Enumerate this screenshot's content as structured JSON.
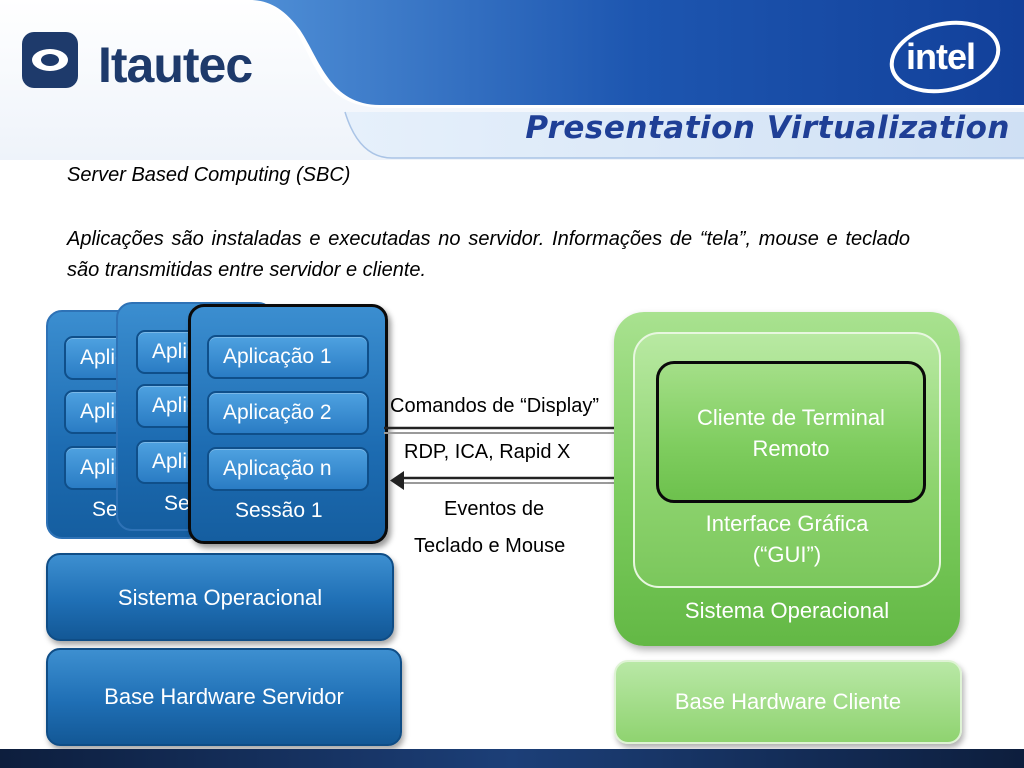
{
  "header": {
    "logo_text": "Itautec",
    "partner_logo_text": "intel",
    "slide_title": "Presentation Virtualization",
    "colors": {
      "title": "#1f3f96",
      "logo": "#1e3a6b",
      "header_band": "#1d4fa0"
    }
  },
  "content": {
    "subtitle": "Server Based Computing (SBC)",
    "description": "Aplicações são instaladas e executadas no servidor. Informações de “tela”, mouse e teclado são transmitidas entre servidor e cliente."
  },
  "server": {
    "sessions": [
      {
        "apps": [
          "Aplicação 1",
          "Aplicação 2",
          "Aplicação n"
        ],
        "label": "Sessão 3"
      },
      {
        "apps": [
          "Aplicação 1",
          "Aplicação 2",
          "Aplicação n"
        ],
        "label": "Sessão 2"
      },
      {
        "apps": [
          "Aplicação 1",
          "Aplicação 2",
          "Aplicação n"
        ],
        "label": "Sessão 1"
      }
    ],
    "os_label": "Sistema Operacional",
    "hardware_label": "Base Hardware Servidor",
    "color": "#1f6fb5"
  },
  "communication": {
    "display_commands": "Comandos de “Display”",
    "protocols": "RDP, ICA, Rapid X",
    "events_line1": "Eventos de",
    "events_line2": "Teclado e Mouse"
  },
  "client": {
    "terminal_line1": "Cliente de Terminal",
    "terminal_line2": "Remoto",
    "gui_line1": "Interface Gráfica",
    "gui_line2": "(“GUI”)",
    "os_label": "Sistema Operacional",
    "hardware_label": "Base Hardware Cliente",
    "color": "#7ccc5e"
  }
}
